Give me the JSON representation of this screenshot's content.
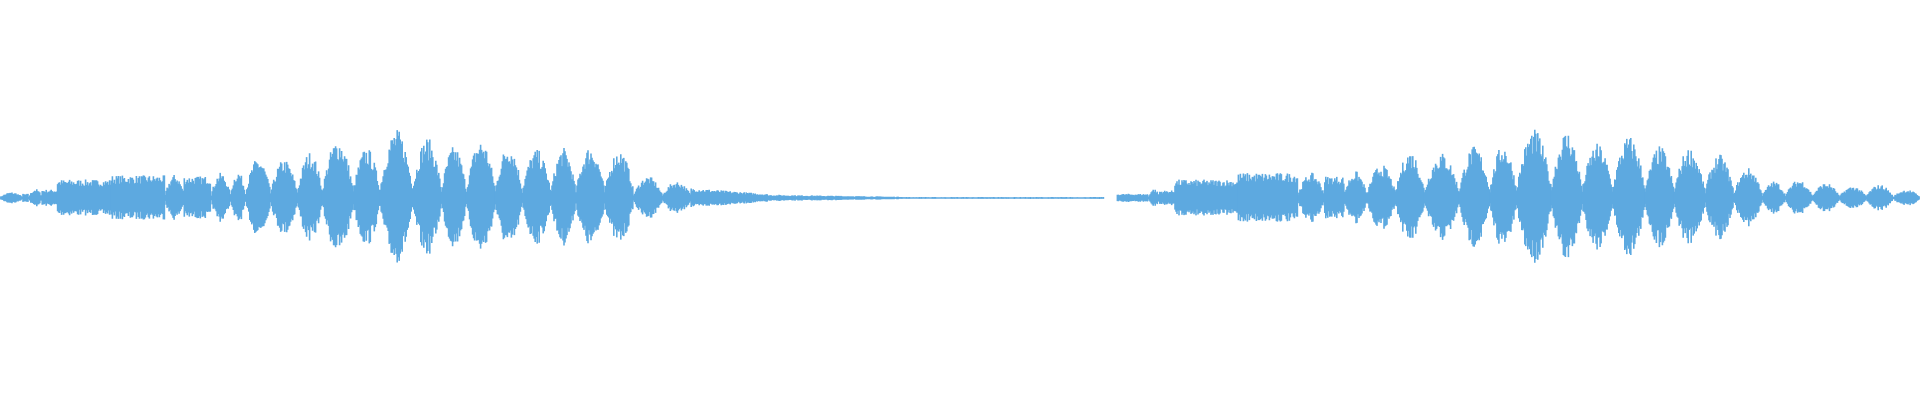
{
  "waveform": {
    "color": "#5da9e0",
    "background": "#ffffff",
    "icon": "audio-waveform",
    "clips": [
      {
        "name": "clip-left",
        "segments": [
          {
            "shape": "peak",
            "start": 0.0,
            "end": 0.012,
            "amp": 0.07
          },
          {
            "shape": "flat",
            "start": 0.012,
            "end": 0.015,
            "amp": 0.05
          },
          {
            "shape": "peak",
            "start": 0.015,
            "end": 0.022,
            "amp": 0.11
          },
          {
            "shape": "flat",
            "start": 0.022,
            "end": 0.03,
            "amp": 0.1
          },
          {
            "shape": "flat",
            "start": 0.03,
            "end": 0.058,
            "amp": 0.22
          },
          {
            "shape": "flat",
            "start": 0.058,
            "end": 0.086,
            "amp": 0.27
          },
          {
            "shape": "peak",
            "start": 0.086,
            "end": 0.096,
            "amp": 0.28
          },
          {
            "shape": "flat",
            "start": 0.096,
            "end": 0.11,
            "amp": 0.26
          },
          {
            "shape": "peak",
            "start": 0.11,
            "end": 0.12,
            "amp": 0.3
          },
          {
            "shape": "peak",
            "start": 0.12,
            "end": 0.128,
            "amp": 0.32
          },
          {
            "shape": "peak",
            "start": 0.128,
            "end": 0.141,
            "amp": 0.48
          },
          {
            "shape": "peak",
            "start": 0.141,
            "end": 0.155,
            "amp": 0.46
          },
          {
            "shape": "peak",
            "start": 0.155,
            "end": 0.168,
            "amp": 0.55
          },
          {
            "shape": "peak",
            "start": 0.168,
            "end": 0.184,
            "amp": 0.7
          },
          {
            "shape": "peak",
            "start": 0.184,
            "end": 0.198,
            "amp": 0.6
          },
          {
            "shape": "peak",
            "start": 0.198,
            "end": 0.215,
            "amp": 0.82
          },
          {
            "shape": "peak",
            "start": 0.215,
            "end": 0.23,
            "amp": 0.72
          },
          {
            "shape": "peak",
            "start": 0.23,
            "end": 0.243,
            "amp": 0.62
          },
          {
            "shape": "peak",
            "start": 0.243,
            "end": 0.258,
            "amp": 0.7
          },
          {
            "shape": "peak",
            "start": 0.258,
            "end": 0.272,
            "amp": 0.64
          },
          {
            "shape": "peak",
            "start": 0.272,
            "end": 0.287,
            "amp": 0.58
          },
          {
            "shape": "peak",
            "start": 0.287,
            "end": 0.3,
            "amp": 0.6
          },
          {
            "shape": "peak",
            "start": 0.3,
            "end": 0.315,
            "amp": 0.62
          },
          {
            "shape": "peak",
            "start": 0.315,
            "end": 0.33,
            "amp": 0.58
          },
          {
            "shape": "peak",
            "start": 0.33,
            "end": 0.345,
            "amp": 0.26
          },
          {
            "shape": "peak",
            "start": 0.345,
            "end": 0.36,
            "amp": 0.2
          },
          {
            "shape": "fade",
            "start": 0.36,
            "end": 0.4,
            "amp": 0.12
          },
          {
            "shape": "fade",
            "start": 0.4,
            "end": 0.47,
            "amp": 0.04
          },
          {
            "shape": "flat",
            "start": 0.47,
            "end": 0.575,
            "amp": 0.012
          }
        ]
      },
      {
        "name": "clip-right",
        "segments": [
          {
            "shape": "flat",
            "start": 0.582,
            "end": 0.598,
            "amp": 0.05
          },
          {
            "shape": "peak",
            "start": 0.598,
            "end": 0.604,
            "amp": 0.11
          },
          {
            "shape": "flat",
            "start": 0.604,
            "end": 0.612,
            "amp": 0.09
          },
          {
            "shape": "flat",
            "start": 0.612,
            "end": 0.645,
            "amp": 0.22
          },
          {
            "shape": "flat",
            "start": 0.645,
            "end": 0.676,
            "amp": 0.3
          },
          {
            "shape": "peak",
            "start": 0.676,
            "end": 0.69,
            "amp": 0.3
          },
          {
            "shape": "flat",
            "start": 0.69,
            "end": 0.7,
            "amp": 0.26
          },
          {
            "shape": "peak",
            "start": 0.7,
            "end": 0.712,
            "amp": 0.32
          },
          {
            "shape": "peak",
            "start": 0.712,
            "end": 0.727,
            "amp": 0.4
          },
          {
            "shape": "peak",
            "start": 0.727,
            "end": 0.742,
            "amp": 0.56
          },
          {
            "shape": "peak",
            "start": 0.742,
            "end": 0.76,
            "amp": 0.54
          },
          {
            "shape": "peak",
            "start": 0.76,
            "end": 0.776,
            "amp": 0.62
          },
          {
            "shape": "peak",
            "start": 0.776,
            "end": 0.79,
            "amp": 0.64
          },
          {
            "shape": "peak",
            "start": 0.79,
            "end": 0.808,
            "amp": 0.82
          },
          {
            "shape": "peak",
            "start": 0.808,
            "end": 0.824,
            "amp": 0.8
          },
          {
            "shape": "peak",
            "start": 0.824,
            "end": 0.84,
            "amp": 0.65
          },
          {
            "shape": "peak",
            "start": 0.84,
            "end": 0.857,
            "amp": 0.74
          },
          {
            "shape": "peak",
            "start": 0.857,
            "end": 0.872,
            "amp": 0.62
          },
          {
            "shape": "peak",
            "start": 0.872,
            "end": 0.888,
            "amp": 0.6
          },
          {
            "shape": "peak",
            "start": 0.888,
            "end": 0.903,
            "amp": 0.52
          },
          {
            "shape": "peak",
            "start": 0.903,
            "end": 0.918,
            "amp": 0.36
          },
          {
            "shape": "peak",
            "start": 0.918,
            "end": 0.93,
            "amp": 0.2
          },
          {
            "shape": "peak",
            "start": 0.93,
            "end": 0.944,
            "amp": 0.22
          },
          {
            "shape": "peak",
            "start": 0.944,
            "end": 0.958,
            "amp": 0.18
          },
          {
            "shape": "peak",
            "start": 0.958,
            "end": 0.972,
            "amp": 0.14
          },
          {
            "shape": "peak",
            "start": 0.972,
            "end": 0.986,
            "amp": 0.16
          },
          {
            "shape": "peak",
            "start": 0.986,
            "end": 1.0,
            "amp": 0.1
          }
        ]
      }
    ]
  }
}
